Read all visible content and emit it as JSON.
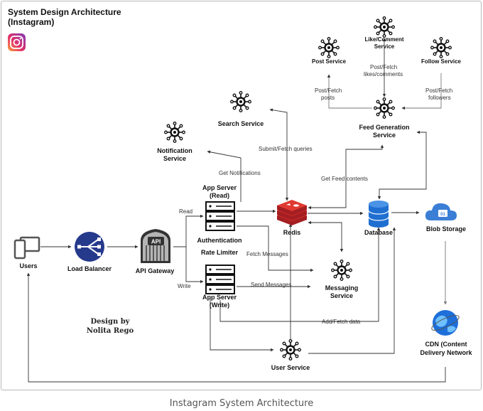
{
  "title_line1": "System Design Architecture",
  "title_line2": "(Instagram)",
  "caption": "Instagram System Architecture",
  "credit_line1": "Design by",
  "credit_line2": "Nolita Rego",
  "colors": {
    "line": "#333333",
    "accent_blue": "#1f6fd1",
    "lb": "#263a8c",
    "redis": "#d2302a",
    "cdn": "#1e6fd9"
  },
  "nodes": {
    "users": "Users",
    "load_balancer": "Load Balancer",
    "api_gateway": "API Gateway",
    "api_badge": "API",
    "app_server_read_1": "App Server",
    "app_server_read_2": "(Read)",
    "app_server_write_1": "App Server",
    "app_server_write_2": "(Write)",
    "authentication": "Authentication",
    "rate_limiter": "Rate Limiter",
    "redis": "Redis",
    "database": "Database",
    "blob_storage": "Blob Storage",
    "cdn_1": "CDN (Content",
    "cdn_2": "Delivery Network",
    "user_service": "User Service",
    "messaging_1": "Messaging",
    "messaging_2": "Service",
    "notification_1": "Notification",
    "notification_2": "Service",
    "search_service": "Search Service",
    "feed_gen_1": "Feed Generation",
    "feed_gen_2": "Service",
    "post_service": "Post Service",
    "like_comment_1": "Like/Comment",
    "like_comment_2": "Service",
    "follow_service": "Follow Service"
  },
  "edges": {
    "read": "Read",
    "write": "Write",
    "get_notifications": "Get Notifications",
    "submit_fetch_queries": "Submit/Fetch queries",
    "get_feed_contents": "Get Feed contents",
    "fetch_messages": "Fetch Messages",
    "send_messages": "Send Messages",
    "add_fetch_data": "Add/Fetch data",
    "post_fetch_posts_1": "Post/Fetch",
    "post_fetch_posts_2": "posts",
    "post_fetch_likes_1": "Post/Fetch",
    "post_fetch_likes_2": "likes/comments",
    "post_fetch_followers_1": "Post/Fetch",
    "post_fetch_followers_2": "followers"
  }
}
